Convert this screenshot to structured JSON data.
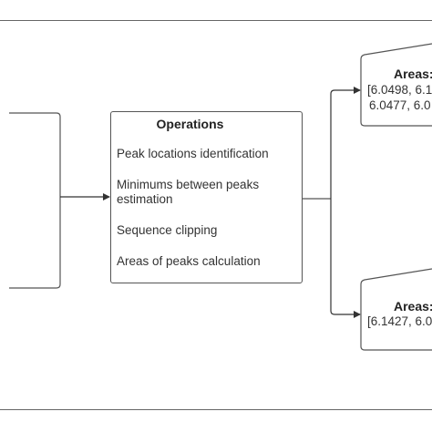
{
  "operations": {
    "title": "Operations",
    "items": [
      "Peak locations identification",
      "Minimums between peaks estimation",
      "Sequence clipping",
      "Areas of peaks calculation"
    ]
  },
  "output_top": {
    "title": "Areas:",
    "lines": [
      "[6.0498, 6.1",
      "6.0477, 6.0"
    ]
  },
  "output_bottom": {
    "title": "Areas:",
    "lines": [
      "[6.1427, 6.0"
    ]
  }
}
